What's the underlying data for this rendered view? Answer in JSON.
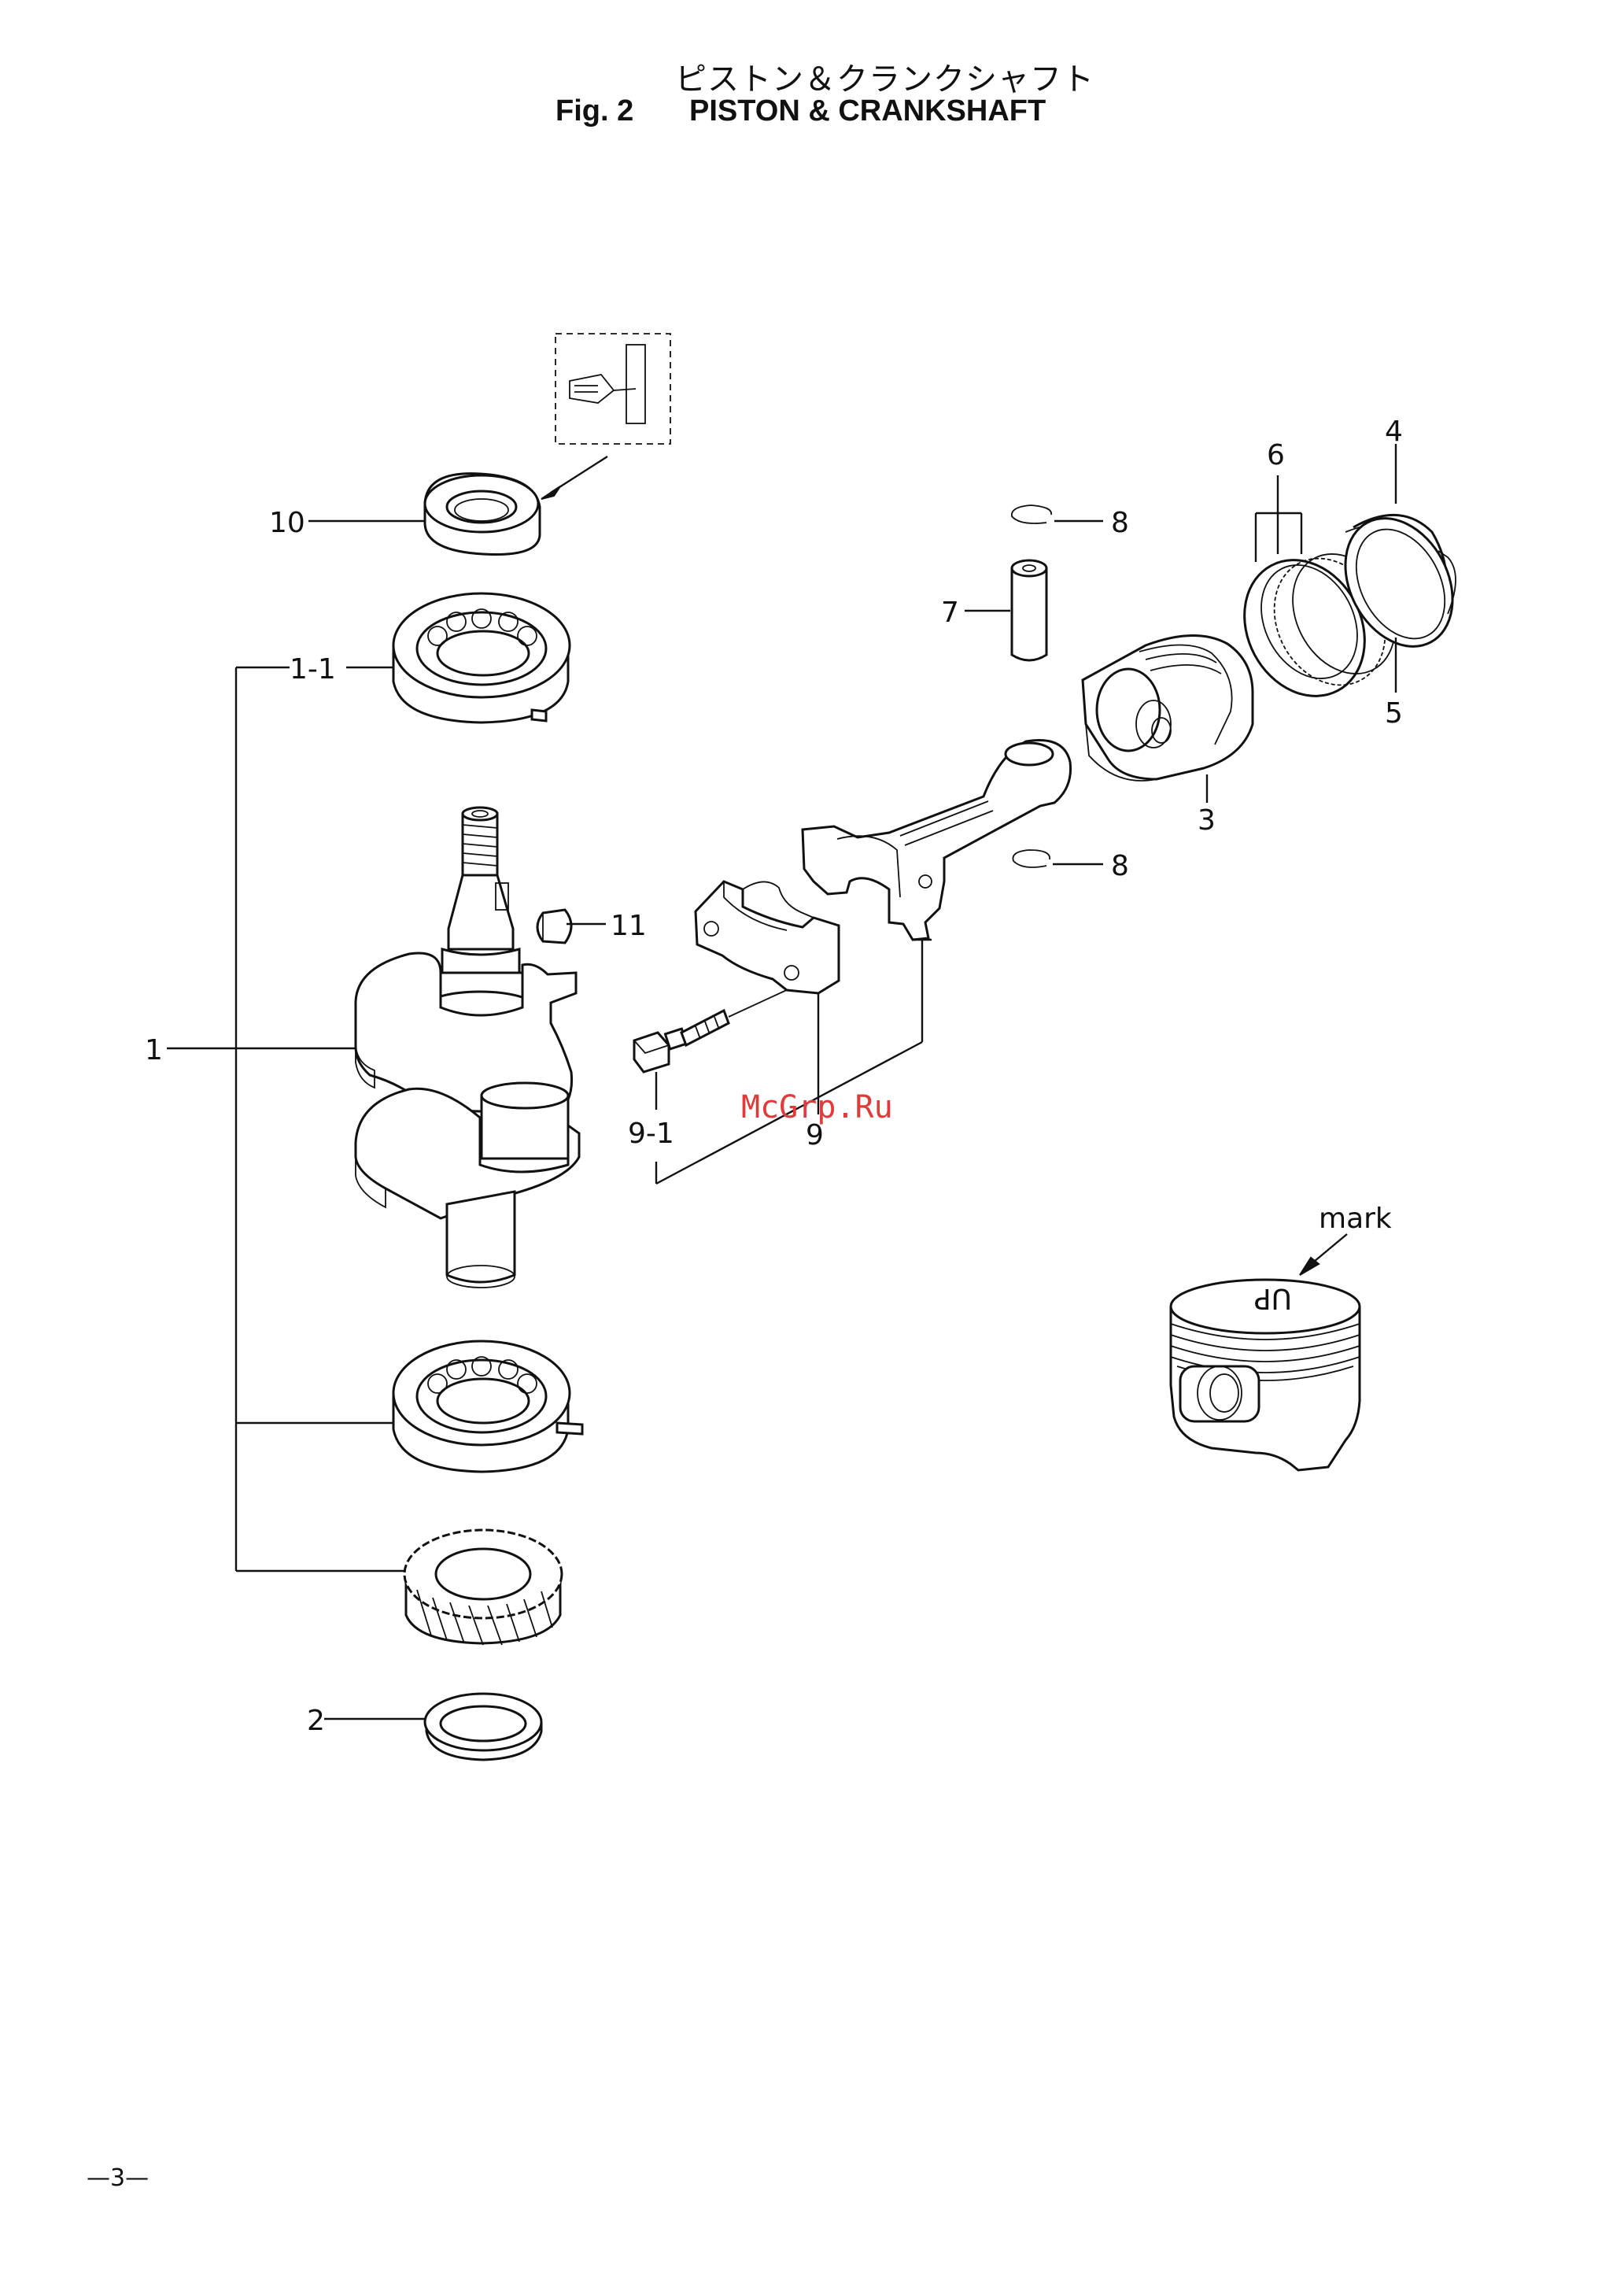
{
  "header": {
    "title_jp": "ピストン＆クランクシャフト",
    "fig_label": "Fig. 2",
    "title": "PISTON & CRANKSHAFT"
  },
  "callouts": {
    "c10": "10",
    "c1_1": "1-1",
    "c1": "1",
    "c11": "11",
    "c2": "2",
    "c9_1": "9-1",
    "c9": "9",
    "c7": "7",
    "c8_top": "8",
    "c8_bottom": "8",
    "c3": "3",
    "c6": "6",
    "c4": "4",
    "c5": "5",
    "mark": "mark"
  },
  "piston_stamp": "UP",
  "watermark": "McGrp.Ru",
  "page_number": "—3—"
}
